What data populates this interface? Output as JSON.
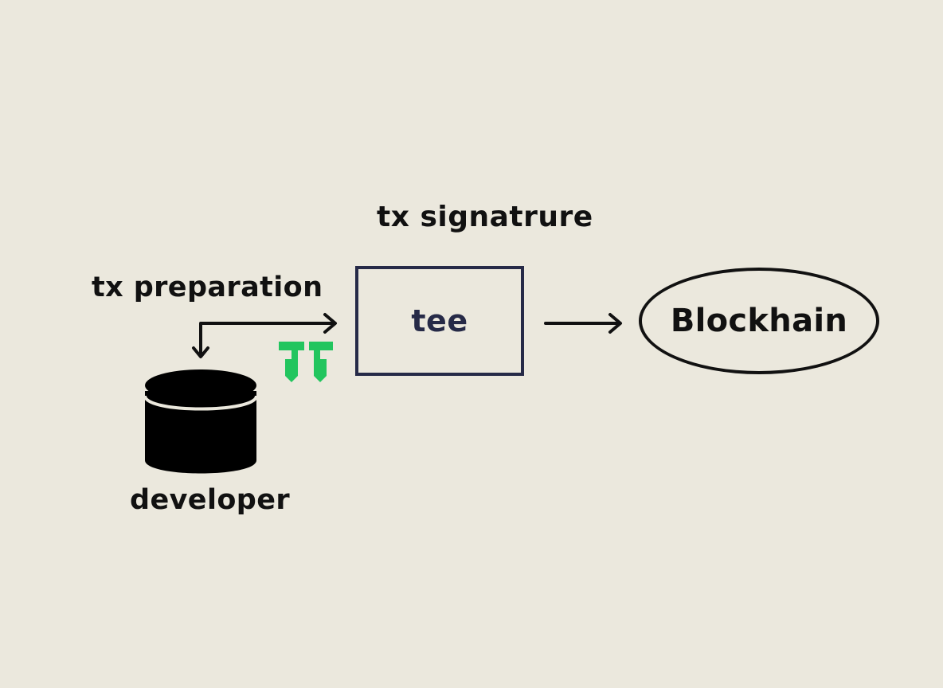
{
  "diagram": {
    "labels": {
      "signature": "tx signatrure",
      "preparation": "tx preparation",
      "developer": "developer"
    },
    "nodes": {
      "tee": "tee",
      "blockchain": "Blockhain"
    },
    "icons": {
      "database": "database-icon",
      "logo": "green-logo-icon"
    },
    "colors": {
      "background": "#ebe8dd",
      "text": "#111111",
      "tee_border": "#262a47",
      "logo": "#22c55e"
    }
  }
}
